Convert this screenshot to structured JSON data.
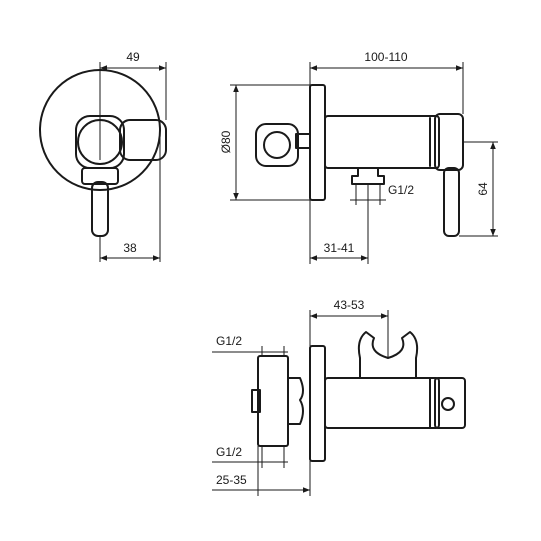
{
  "front_view": {
    "width_dim": "49",
    "lever_offset_dim": "38"
  },
  "side_view": {
    "length_dim": "100-110",
    "diameter_dim": "Ø80",
    "outlet_thread_dim": "G1/2",
    "outlet_offset_dim": "31-41",
    "lever_height_dim": "64"
  },
  "bottom_view": {
    "holder_dim": "43-53",
    "inlet_thread_top_dim": "G1/2",
    "inlet_thread_bottom_dim": "G1/2",
    "inlet_depth_dim": "25-35"
  }
}
